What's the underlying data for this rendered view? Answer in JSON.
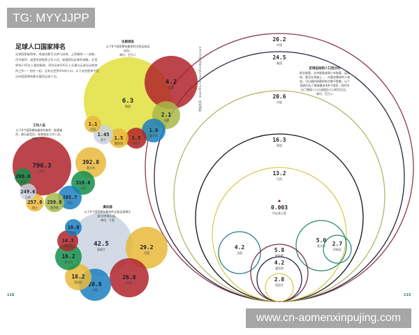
{
  "watermarks": {
    "top": "TG: MYYJJPP",
    "bottom": "www.cn-aomenxinpujing.com"
  },
  "page": {
    "title": "足球人口国家排名",
    "intro": "足球国家级简单，球迷也都可以参与进来，上场踢球——或者，作为裁判、或是其他相关工作人员。根据国际足联的调查，全世界有2.65亿人喜欢踢球，同时还有500万人从事与足球运动相关的工作——加在一起，足有全世界4%的人口。以下这些图表中显示的国家拥有最丰富的足球人口。",
    "page_left": "116",
    "page_right": "115",
    "source": "数据来源：www.fifa.com/worldfootball/bigcount"
  },
  "groups": [
    {
      "id": "registered",
      "title": "注册球员",
      "desc": "以下8个国家拥有最多的注册足球运动员。",
      "unit": "单位：百万人",
      "bubbles": [
        {
          "value": "6.3",
          "label": "德国",
          "color": "#e2df3c"
        },
        {
          "value": "4.2",
          "label": "美国",
          "color": "#b0242c"
        },
        {
          "value": "2.1",
          "label": "法国",
          "color": "#a9b84a"
        },
        {
          "value": "1.8",
          "label": "意大利",
          "color": "#1a7fc0"
        },
        {
          "value": "1.5",
          "label": "英格兰",
          "color": "#b0242c"
        },
        {
          "value": "1.5",
          "label": "墨西哥",
          "color": "#e8b83a"
        },
        {
          "value": "1.45",
          "label": "荷兰",
          "color": "#c9d3e0"
        },
        {
          "value": "1.1",
          "label": "巴西",
          "color": "#e8b83a"
        }
      ]
    },
    {
      "id": "staff",
      "title": "工作人员",
      "desc": "以下8个国家拥有最多的裁判、助理裁判、俱乐部官员、体育相关工作人员。",
      "unit": "单位：千人",
      "bubbles": [
        {
          "value": "796.3",
          "label": "德国",
          "color": "#b0242c"
        },
        {
          "value": "392.8",
          "label": "意大利",
          "color": "#e8b83a"
        },
        {
          "value": "310.6",
          "label": "法国",
          "color": "#14904a"
        },
        {
          "value": "285.7",
          "label": "英国",
          "color": "#1a7fc0"
        },
        {
          "value": "259.8",
          "label": "俄罗斯",
          "color": "#a9b84a"
        },
        {
          "value": "257.8",
          "label": "瑞士",
          "color": "#e8b83a"
        },
        {
          "value": "249.6",
          "label": "日本",
          "color": "#c9d3e0"
        },
        {
          "value": "208.0",
          "label": "美国",
          "color": "#14904a"
        }
      ]
    },
    {
      "id": "clubs",
      "title": "俱乐部",
      "desc": "以下8个国家拥有最多的注册足球俱乐部/业余俱乐部。",
      "unit": "单位：千家",
      "bubbles": [
        {
          "value": "42.5",
          "label": "英格兰",
          "color": "#c9d3e0"
        },
        {
          "value": "29.2",
          "label": "巴西",
          "color": "#e8b83a"
        },
        {
          "value": "26.8",
          "label": "德国",
          "color": "#b0242c"
        },
        {
          "value": "20.0",
          "label": "法国",
          "color": "#1a7fc0"
        },
        {
          "value": "18.2",
          "label": "西班牙",
          "color": "#e8b83a"
        },
        {
          "value": "16.2",
          "label": "意大利",
          "color": "#14904a"
        },
        {
          "value": "14.3",
          "label": "俄罗斯",
          "color": "#b0242c"
        },
        {
          "value": "10.0",
          "label": "日本",
          "color": "#1a7fc0"
        }
      ]
    },
    {
      "id": "participants",
      "title": "足球运动的人口百分比",
      "desc": "职业联赛、业余联赛或青少年联赛、运动场、甚至在海滩上……对喜欢踢球的人来说，可以踢的球赛的地方数不胜数。以下图表列出了踢球最多的8个国家，同时列出了踢球人口占该国总人口的百分比。",
      "unit": "单位：百万人",
      "rings": [
        {
          "value": "26.2",
          "label": "中国",
          "color": "#8a3a4c"
        },
        {
          "value": "24.5",
          "label": "美国",
          "color": "#26263e"
        },
        {
          "value": "20.6",
          "label": "印度",
          "color": "#b8b46a"
        },
        {
          "value": "16.3",
          "label": "德国",
          "color": "#111111"
        },
        {
          "value": "13.2",
          "label": "巴西",
          "color": "#d8cc55"
        },
        {
          "value": "0.003",
          "label": "列支敦士登",
          "color": "#8a2a3a"
        },
        {
          "value": "4.2",
          "label": "法国",
          "color": "#2a7a8c"
        },
        {
          "value": "5.0",
          "label": "意大利",
          "color": "#2a8a6a"
        },
        {
          "value": "2.7",
          "label": "阿根廷",
          "color": "#2a8a7a"
        },
        {
          "value": "5.8",
          "label": "俄罗斯",
          "color": "#7a3050"
        },
        {
          "value": "4.2",
          "label": "墨西哥",
          "color": "#26263e"
        },
        {
          "value": "2.8",
          "label": "西班牙",
          "color": "#d8cc55"
        }
      ]
    }
  ]
}
